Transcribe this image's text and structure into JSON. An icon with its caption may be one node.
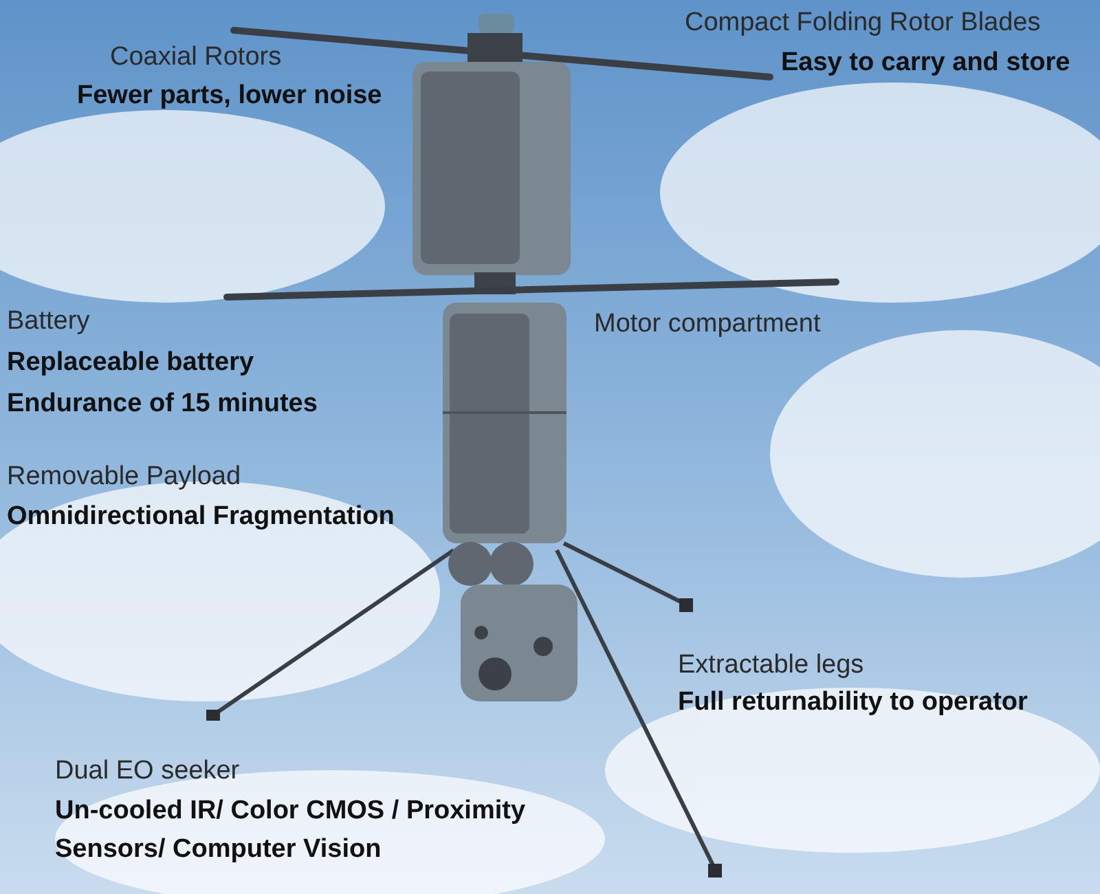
{
  "diagram": {
    "labels": [
      "Compact Folding Rotor Blades",
      "Easy to carry and store",
      "Coaxial Rotors",
      "Fewer parts, lower noise",
      "Battery",
      "Replaceable battery",
      "Endurance of 15 minutes",
      "Motor compartment",
      "Removable Payload",
      "Omnidirectional Fragmentation",
      "Extractable legs",
      "Full returnability to operator",
      "Dual EO seeker",
      "Un-cooled IR/ Color CMOS / Proximity Sensors/ Computer Vision"
    ]
  }
}
